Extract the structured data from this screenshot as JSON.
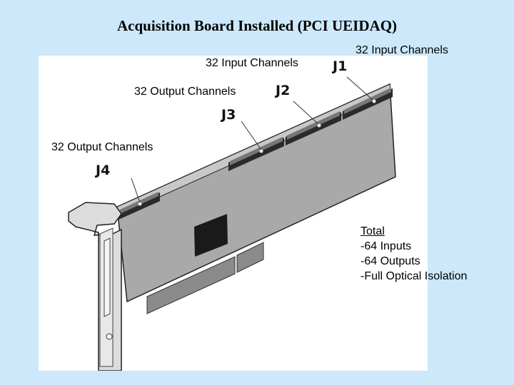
{
  "title": "Acquisition Board Installed (PCI UEIDAQ)",
  "callouts": {
    "j1_channels": "32 Input Channels",
    "j2_channels": "32 Input Channels",
    "j3_channels": "32 Output Channels",
    "j4_channels": "32 Output Channels"
  },
  "connectors": {
    "j1": "J1",
    "j2": "J2",
    "j3": "J3",
    "j4": "J4"
  },
  "summary": {
    "heading": "Total",
    "lines": [
      "-64 Inputs",
      "-64 Outputs",
      "-Full Optical Isolation"
    ]
  },
  "colors": {
    "background": "#cce8fa",
    "figure_background": "#ffffff",
    "board": "#a9a9a9",
    "chip": "#1a1a1a"
  }
}
